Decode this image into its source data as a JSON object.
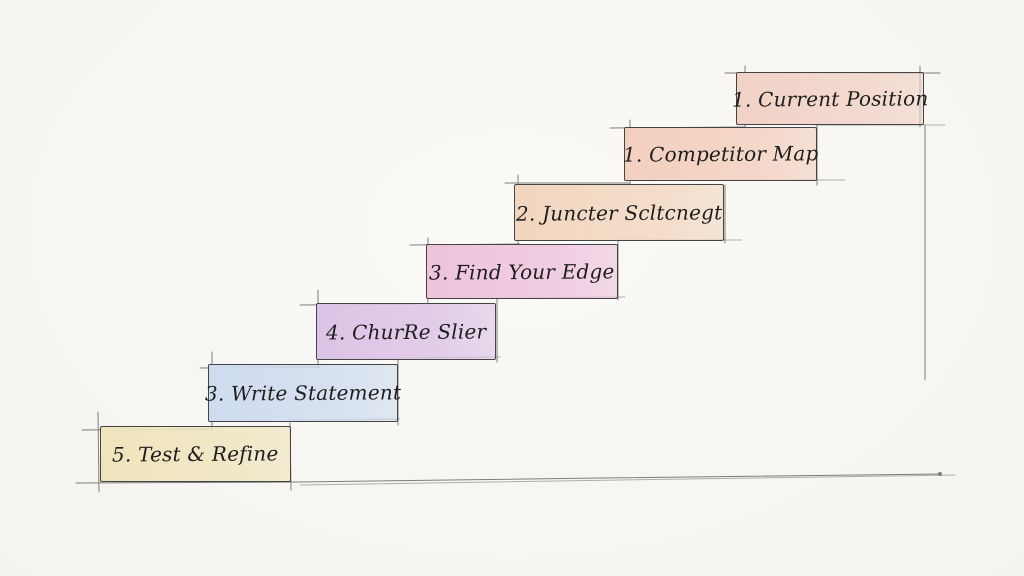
{
  "steps": [
    {
      "label": "5. Test & Refine",
      "color": "#efe4bc"
    },
    {
      "label": "3. Write Statement",
      "color": "#cfdcef"
    },
    {
      "label": "4. ChurRe Slier",
      "color": "#dcc3e6"
    },
    {
      "label": "3. Find Your Edge",
      "color": "#eec3dc"
    },
    {
      "label": "2. Juncter Scltcnegt",
      "color": "#f2d6bf"
    },
    {
      "label": "1. Competitor Map",
      "color": "#f3cfbe"
    },
    {
      "label": "1. Current Position",
      "color": "#f1d2c6"
    }
  ]
}
